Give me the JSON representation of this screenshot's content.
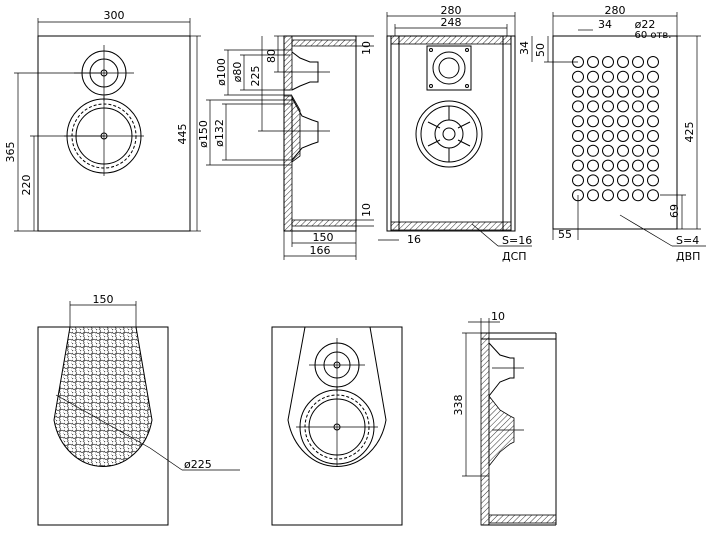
{
  "front_view": {
    "width": "300",
    "height": "445",
    "woofer_center": "220",
    "tweeter_center": "365"
  },
  "side_section": {
    "d100": "ø100",
    "d80": "ø80",
    "h225": "225",
    "h80": "80",
    "d150": "ø150",
    "d132": "ø132",
    "t_top": "10",
    "t_bottom": "10",
    "w150": "150",
    "w166": "166"
  },
  "rear_section": {
    "w280": "280",
    "w248": "248",
    "t16": "16",
    "material_note": "S=16",
    "material": "ДСП"
  },
  "perforated_panel": {
    "w280": "280",
    "d34": "34",
    "hole_d": "ø22",
    "hole_count": "60 отв.",
    "h34": "34",
    "h50": "50",
    "h425": "425",
    "h69": "69",
    "w55": "55",
    "material_note": "S=4",
    "material": "ДВП"
  },
  "grille_view": {
    "top_width": "150",
    "bottom_d": "ø225"
  },
  "side_view2": {
    "t10": "10",
    "h338": "338"
  }
}
